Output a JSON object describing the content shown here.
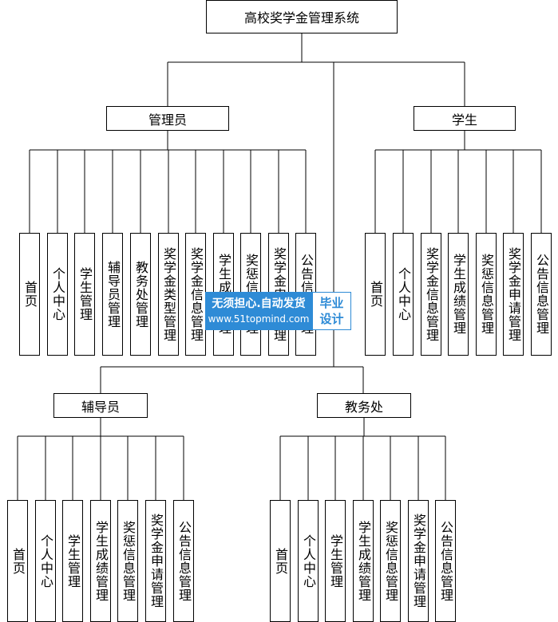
{
  "root": {
    "label": "高校奖学金管理系统"
  },
  "groups": [
    {
      "key": "admin",
      "label": "管理员",
      "items": [
        "首页",
        "个人中心",
        "学生管理",
        "辅导员管理",
        "教务处管理",
        "奖学金类型管理",
        "奖学金信息管理",
        "学生成绩管理",
        "奖惩信息管理",
        "奖学金申请管理",
        "公告信息管理"
      ]
    },
    {
      "key": "student",
      "label": "学生",
      "items": [
        "首页",
        "个人中心",
        "奖学金信息管理",
        "学生成绩管理",
        "奖惩信息管理",
        "奖学金申请管理",
        "公告信息管理"
      ]
    },
    {
      "key": "counselor",
      "label": "辅导员",
      "items": [
        "首页",
        "个人中心",
        "学生管理",
        "学生成绩管理",
        "奖惩信息管理",
        "奖学金申请管理",
        "公告信息管理"
      ]
    },
    {
      "key": "academic",
      "label": "教务处",
      "items": [
        "首页",
        "个人中心",
        "学生管理",
        "学生成绩管理",
        "奖惩信息管理",
        "奖学金申请管理",
        "公告信息管理"
      ]
    }
  ],
  "watermark": {
    "slogan": "无须担心.自动发货",
    "site": "www.51topmind.com",
    "badge_line1": "毕业",
    "badge_line2": "设计"
  }
}
